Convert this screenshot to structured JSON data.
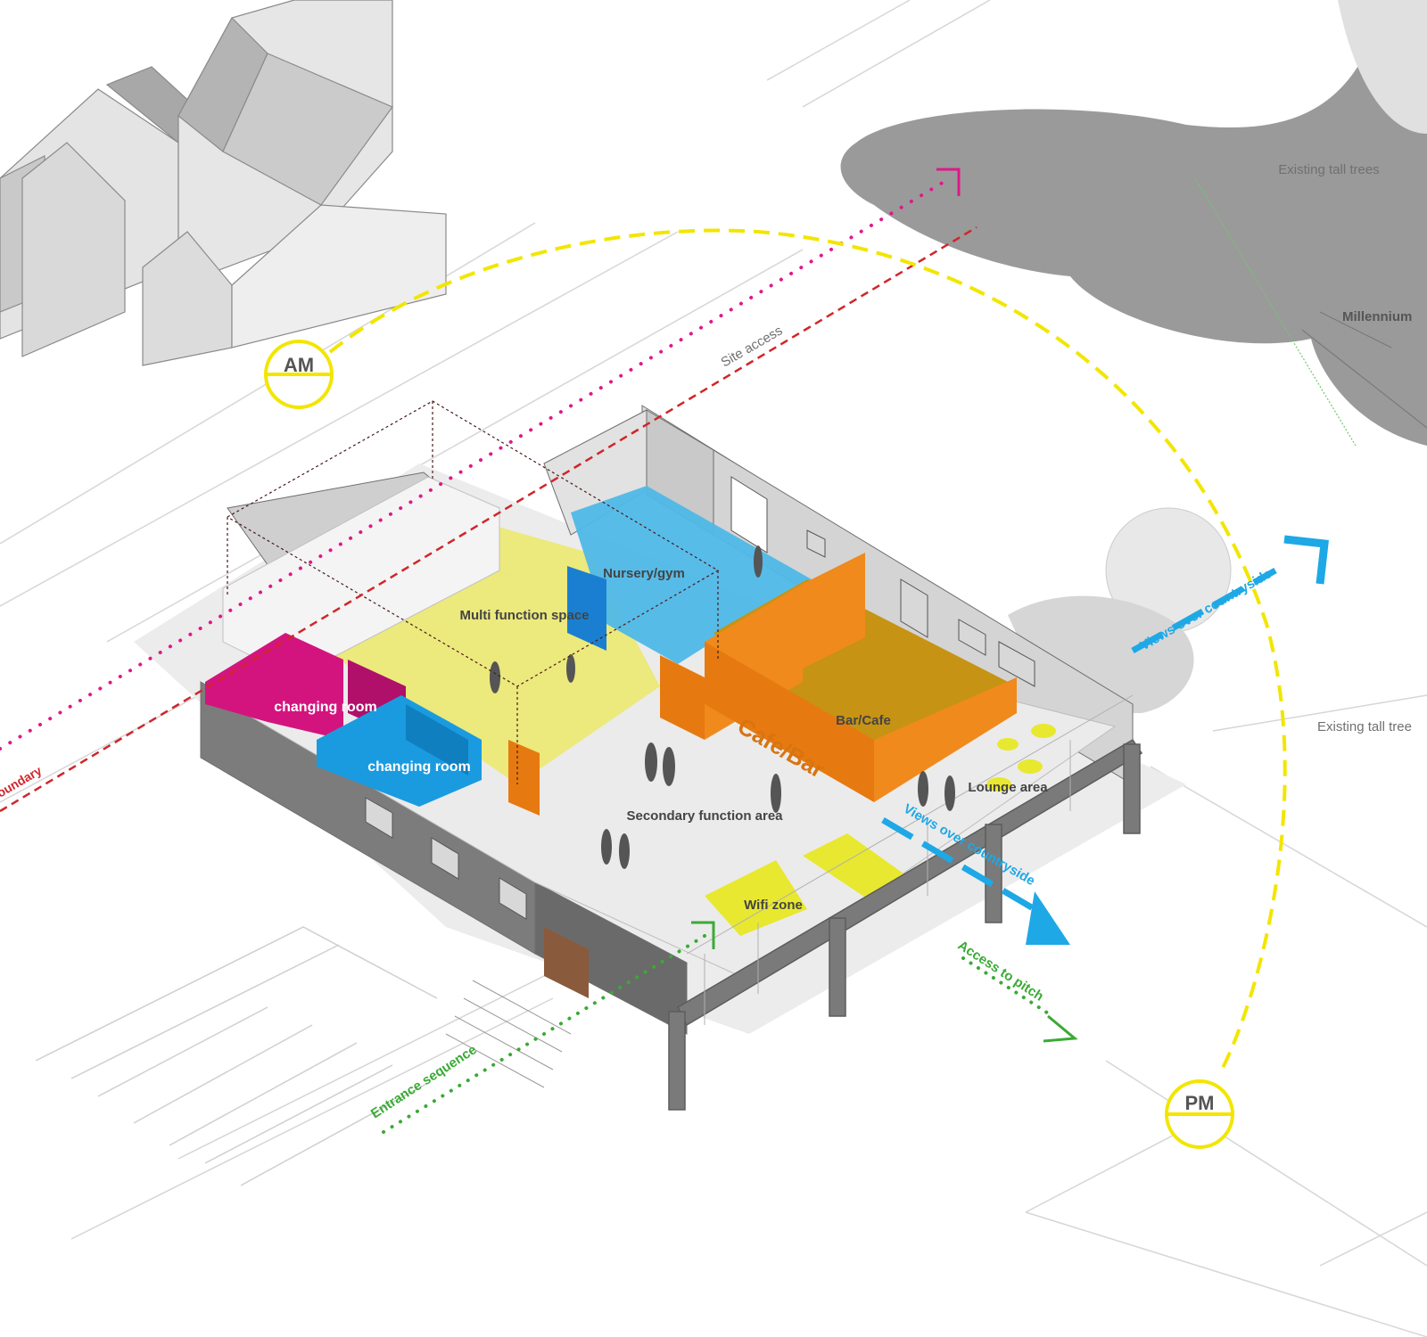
{
  "labels": {
    "am": "AM",
    "pm": "PM",
    "site_access": "Site access",
    "boundary": "oundary",
    "existing_tall_trees": "Existing tall trees",
    "millennium": "Millennium",
    "existing_tall_tree": "Existing tall tree",
    "views_north": "Views over countryside",
    "views_south": "Views over countryside",
    "access_to_pitch": "Access to pitch",
    "entrance_sequence": "Entrance sequence",
    "multi_function_space": "Multi function space",
    "nursery_gym": "Nursery/gym",
    "changing_room_1": "changing room",
    "changing_room_2": "changing room",
    "bar_cafe": "Bar/Cafe",
    "cafe_bar_sign": "Cafe/Bar",
    "lounge_area": "Lounge area",
    "secondary_function_area": "Secondary function area",
    "wifi_zone": "Wifi zone"
  },
  "colors": {
    "sun_path": "#f2e600",
    "boundary_line": "#d0262b",
    "site_access_line": "#e0188a",
    "views_arrow": "#1ea8e6",
    "access_line": "#3aaa35",
    "multi_function": "#ece977",
    "nursery": "#4fb8e8",
    "changing_magenta": "#d4147e",
    "changing_blue": "#1a9be0",
    "bar_orange": "#f08a1c",
    "bar_floor": "#c79314",
    "wifi_sofa": "#e8e830",
    "trees": "#9a9a9a"
  }
}
